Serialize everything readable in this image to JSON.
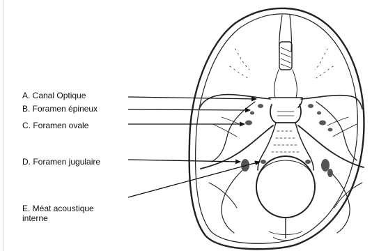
{
  "labels": {
    "a": "A. Canal Optique",
    "b": "B. Foramen épineux",
    "c": "C. Foramen ovale",
    "d": "D. Foramen jugulaire",
    "e_line1": "E. Méat acoustique",
    "e_line2": "interne"
  },
  "colors": {
    "ink": "#111111",
    "fill": "#555555",
    "background": "#ffffff"
  }
}
